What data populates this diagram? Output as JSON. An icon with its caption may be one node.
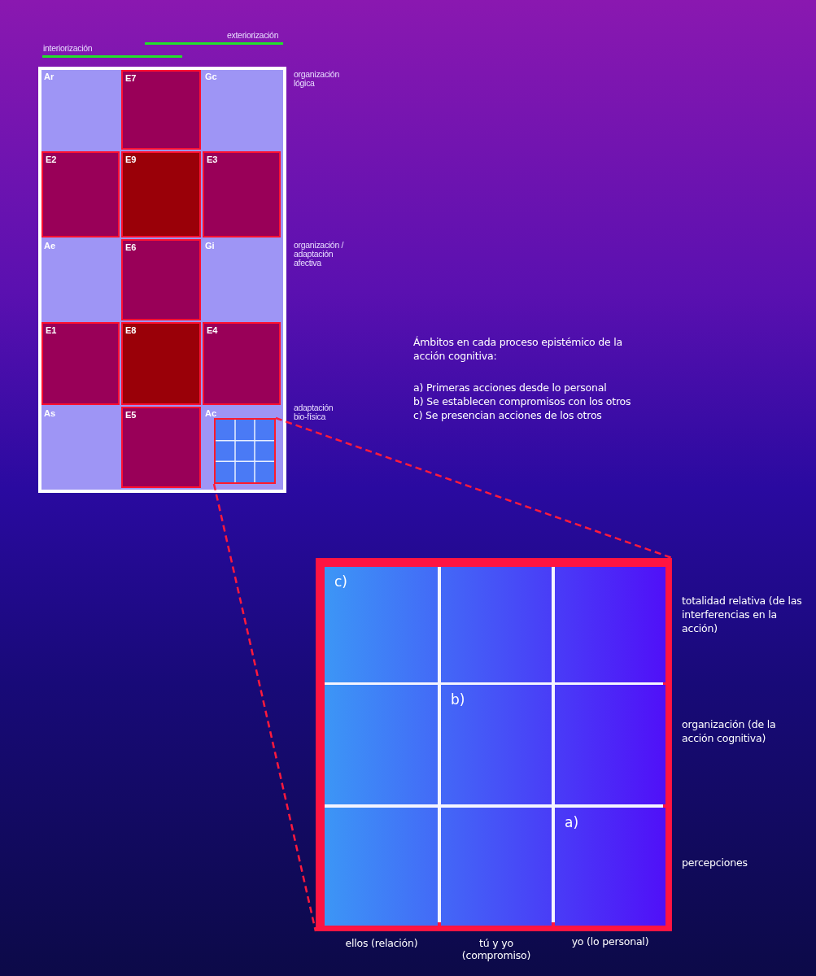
{
  "diagram": {
    "nodes": [
      {
        "text": [],
        "shape": "box"
      },
      {
        "text": [
          "Ar"
        ],
        "in": 0
      },
      {
        "text": [
          "E7"
        ],
        "in": 0
      },
      {
        "text": [
          "Gc"
        ],
        "in": 0
      },
      {
        "text": [
          "E2"
        ],
        "in": 0
      },
      {
        "text": [
          "E9"
        ],
        "in": 0
      },
      {
        "text": [
          "E3"
        ],
        "in": 0
      },
      {
        "text": [
          "Ae"
        ],
        "in": 0
      },
      {
        "text": [
          "E6"
        ],
        "in": 0
      },
      {
        "text": [
          "Gi"
        ],
        "in": 0
      },
      {
        "text": [
          "E1"
        ],
        "in": 0
      },
      {
        "text": [
          "E8"
        ],
        "in": 0
      },
      {
        "text": [
          "E4"
        ],
        "in": 0
      },
      {
        "text": [
          "As"
        ],
        "in": 0
      },
      {
        "text": [
          "E5"
        ],
        "in": 0
      },
      {
        "text": [
          "Ac"
        ],
        "in": 0
      },
      {
        "text": [],
        "shape": "box",
        "in": 15
      },
      {
        "text": [],
        "shape": "box"
      },
      {
        "text": [
          "c)"
        ],
        "in": 17
      },
      {
        "text": [],
        "shape": "box",
        "in": 17
      },
      {
        "text": [],
        "shape": "box",
        "in": 17
      },
      {
        "text": [],
        "shape": "box",
        "in": 17
      },
      {
        "text": [
          "b)"
        ],
        "in": 17
      },
      {
        "text": [],
        "shape": "box",
        "in": 17
      },
      {
        "text": [],
        "shape": "box",
        "in": 17
      },
      {
        "text": [],
        "shape": "box",
        "in": 17
      },
      {
        "text": [
          "a)"
        ],
        "in": 17
      }
    ],
    "edges": [
      {
        "from": 16,
        "to": 17,
        "arrow": "none",
        "style": "dashed",
        "color": "#ff1a3c"
      },
      {
        "from": 16,
        "to": 17,
        "arrow": "none",
        "style": "dashed",
        "color": "#ff1a3c"
      }
    ],
    "labels": [
      "exteriorización",
      "interiorización",
      "organización lógica",
      "organización / adaptación afectiva",
      "adaptación bio-física",
      "Ámbitos en cada proceso epistémico de la acción cognitiva:",
      "a) Primeras acciones desde lo personal",
      "b) Se establecen compromisos con los otros",
      "c) Se presencian acciones de los otros",
      "totalidad relativa (de las interferencias en la acción)",
      "organización (de la acción cognitiva)",
      "percepciones",
      "ellos (relación)",
      "tú y yo (compromiso)",
      "yo (lo personal)"
    ]
  }
}
